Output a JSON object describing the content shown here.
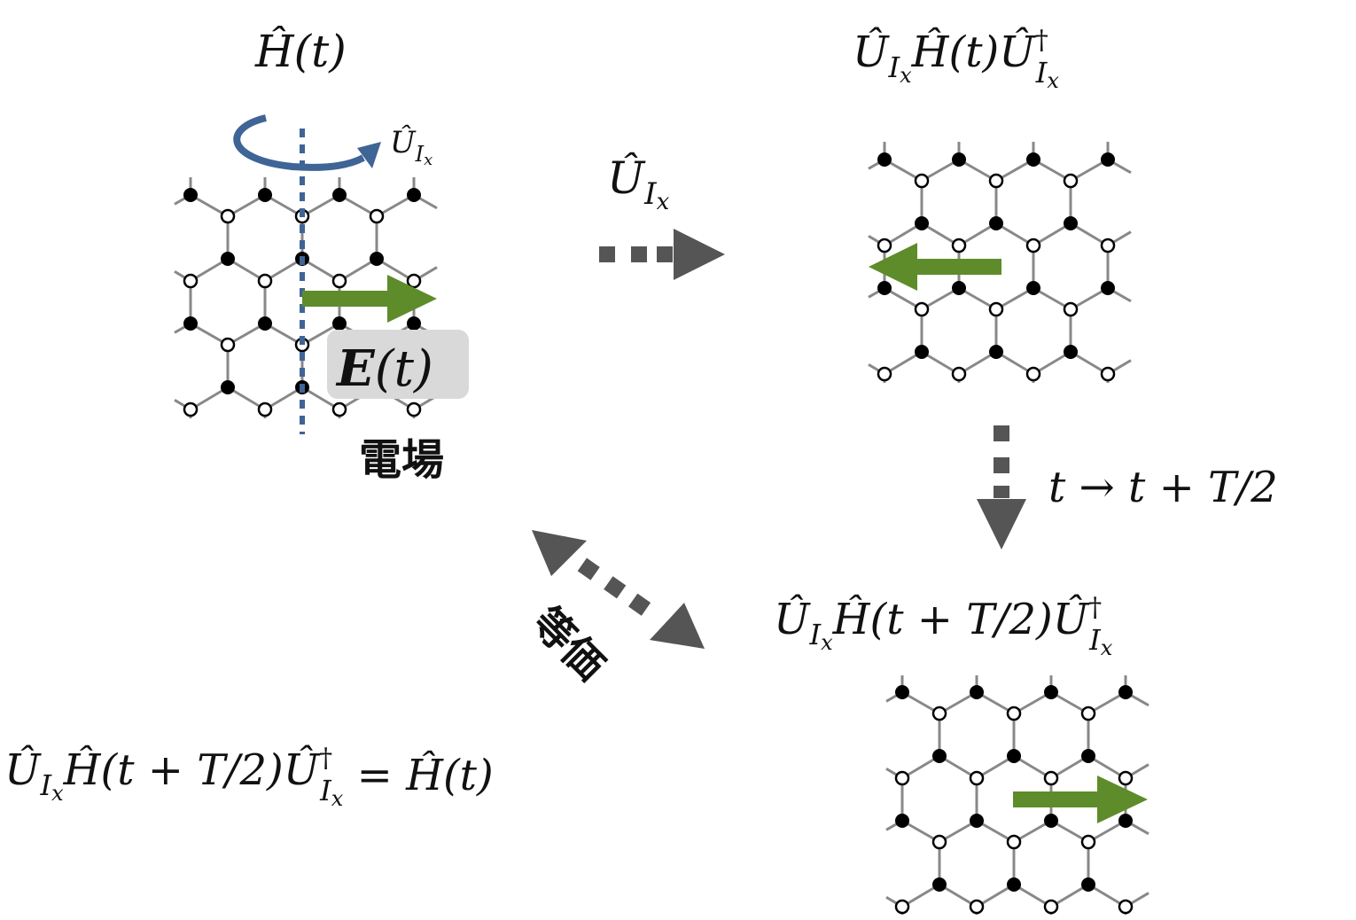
{
  "colors": {
    "lattice_bond": "#888888",
    "arrow_gray": "#555555",
    "field_green": "#5e8c2a",
    "rotation_blue": "#3f6496",
    "label_box": "#d9d9d9"
  },
  "panel_original": {
    "title": "Ĥ(t)",
    "rotation_label": {
      "op": "Û",
      "sub": "I",
      "subsub": "x"
    },
    "field_label": "E",
    "field_arg": "(t)",
    "field_caption": "電場"
  },
  "panel_rotated": {
    "op": "Û",
    "sub": "I",
    "subsub": "x",
    "mid": "Ĥ(t)",
    "op2": "Û",
    "dagger": "†",
    "sub2": "I",
    "subsub2": "x"
  },
  "arrow_transform": {
    "op": "Û",
    "sub": "I",
    "subsub": "x"
  },
  "arrow_shift": {
    "label": "t → t + T/2"
  },
  "panel_shifted": {
    "op": "Û",
    "sub": "I",
    "subsub": "x",
    "mid": "Ĥ(t + T/2)",
    "op2": "Û",
    "dagger": "†",
    "sub2": "I",
    "subsub2": "x"
  },
  "equivalence": {
    "label": "等価"
  },
  "equation": {
    "op": "Û",
    "sub": "I",
    "subsub": "x",
    "mid": "Ĥ(t + T/2)",
    "op2": "Û",
    "dagger": "†",
    "sub2": "I",
    "subsub2": "x",
    "rhs": " = Ĥ(t)"
  }
}
